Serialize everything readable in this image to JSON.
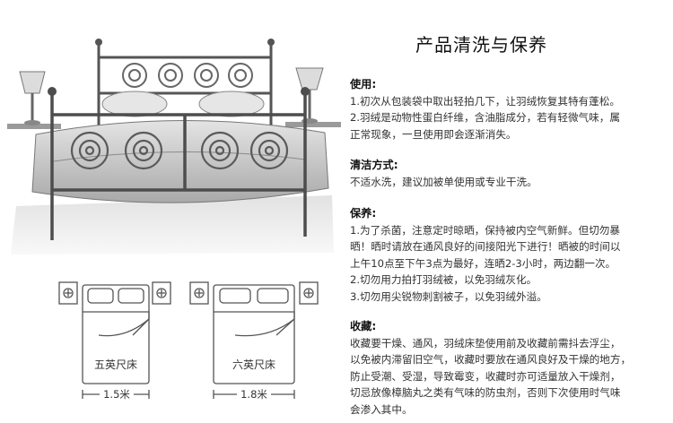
{
  "title": "产品清洗与保养",
  "sections": {
    "usage": {
      "heading": "使用:",
      "lines": [
        "1.初次从包装袋中取出轻拍几下，让羽绒恢复其特有蓬松。",
        "2.羽绒是动物性蛋白纤维，含油脂成分，若有轻微气味，属",
        "正常现象，一旦使用即会逐渐消失。"
      ]
    },
    "cleaning": {
      "heading": "清洁方式:",
      "lines": [
        "不适水洗，建议加被单使用或专业干洗。"
      ]
    },
    "care": {
      "heading": "保养:",
      "lines": [
        "1.为了杀菌，注意定时晾晒，保持被内空气新鲜。但切勿暴",
        "晒！晒时请放在通风良好的间接阳光下进行！晒被的时间以",
        "上午10点至下午3点为最好，连晒2-3小时，两边翻一次。",
        "2.切勿用力拍打羽绒被，以免羽绒灰化。",
        "3.切勿用尖锐物刺割被子，以免羽绒外溢。"
      ]
    },
    "storage": {
      "heading": "收藏:",
      "lines": [
        "收藏要干燥、通风，羽绒床垫使用前及收藏前需抖去浮尘，",
        "以免被内滞留旧空气，收藏时要放在通风良好及干燥的地方，",
        "防止受潮、受湿，导致霉变，收藏时亦可适量放入干燥剂，",
        "切忌放像樟脑丸之类有气味的防虫剂，否则下次使用时气味",
        "会渗入其中。"
      ]
    }
  },
  "beds": [
    {
      "label": "五英尺床",
      "dimension": "1.5米"
    },
    {
      "label": "六英尺床",
      "dimension": "1.8米"
    }
  ]
}
